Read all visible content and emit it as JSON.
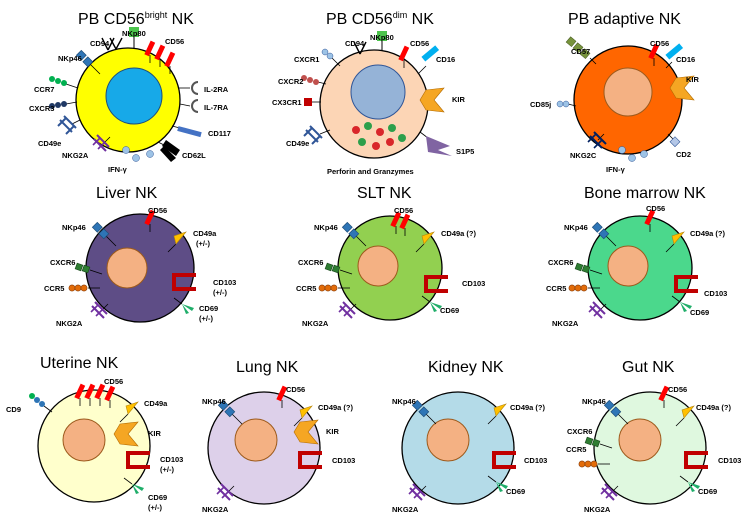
{
  "panels": {
    "pb_bright": {
      "title_main": "PB CD56",
      "title_sup": "bright",
      "title_end": " NK",
      "cell_color": "#ffff00",
      "nucleus_color": "#17a9e8",
      "labels": {
        "nkp46": "NKp46",
        "cd94": "CD94",
        "nkp80": "NKp80",
        "cd56": "CD56",
        "ccr7": "CCR7",
        "cxcr3": "CXCR3",
        "il2ra": "IL-2RA",
        "il7ra": "IL-7RA",
        "cd117": "CD117",
        "cd49e": "CD49e",
        "cd62l": "CD62L",
        "nkg2a": "NKG2A",
        "ifng": "IFN-γ"
      }
    },
    "pb_dim": {
      "title_main": "PB CD56",
      "title_sup": "dim",
      "title_end": " NK",
      "cell_color": "#fcd5b5",
      "nucleus_color": "#95b3d7",
      "labels": {
        "cxcr1": "CXCR1",
        "cd94": "CD94",
        "nkp80": "NKp80",
        "cd56": "CD56",
        "cd16": "CD16",
        "cxcr2": "CXCR2",
        "cx3cr1": "CX3CR1",
        "kir": "KIR",
        "cd49e": "CD49e",
        "s1p5": "S1P5",
        "perforin": "Perforin and Granzymes"
      }
    },
    "pb_adaptive": {
      "title": "PB adaptive NK",
      "cell_color": "#ff6600",
      "nucleus_color": "#f4b183",
      "labels": {
        "cd57": "CD57",
        "cd56": "CD56",
        "cd16": "CD16",
        "kir": "KIR",
        "cd85j": "CD85j",
        "nkg2c": "NKG2C",
        "cd2": "CD2",
        "ifng": "IFN-γ"
      }
    },
    "liver": {
      "title": "Liver NK",
      "cell_color": "#5e4d86",
      "nucleus_color": "#f4b183",
      "labels": {
        "nkp46": "NKp46",
        "cd56": "CD56",
        "cd49a": "CD49a",
        "cd49a_q": "(+/-)",
        "cxcr6": "CXCR6",
        "ccr5": "CCR5",
        "cd103": "CD103",
        "cd103_q": "(+/-)",
        "cd69": "CD69",
        "cd69_q": "(+/-)",
        "nkg2a": "NKG2A"
      }
    },
    "slt": {
      "title": "SLT NK",
      "cell_color": "#92d050",
      "nucleus_color": "#f4b183",
      "labels": {
        "nkp46": "NKp46",
        "cd56": "CD56",
        "cd49a": "CD49a (?)",
        "cxcr6": "CXCR6",
        "ccr5": "CCR5",
        "cd103": "CD103",
        "cd69": "CD69",
        "nkg2a": "NKG2A"
      }
    },
    "bone_marrow": {
      "title": "Bone marrow NK",
      "cell_color": "#4bd88c",
      "nucleus_color": "#f4b183",
      "labels": {
        "nkp46": "NKp46",
        "cd56": "CD56",
        "cd49a": "CD49a (?)",
        "cxcr6": "CXCR6",
        "ccr5": "CCR5",
        "cd103": "CD103",
        "cd69": "CD69",
        "nkg2a": "NKG2A"
      }
    },
    "uterine": {
      "title": "Uterine NK",
      "cell_color": "#ffffcc",
      "nucleus_color": "#f4b183",
      "labels": {
        "cd9": "CD9",
        "cd56": "CD56",
        "cd49a": "CD49a",
        "kir": "KIR",
        "cd103": "CD103",
        "cd103_q": "(+/-)",
        "cd69": "CD69",
        "cd69_q": "(+/-)"
      }
    },
    "lung": {
      "title": "Lung NK",
      "cell_color": "#ddd0ea",
      "nucleus_color": "#f4b183",
      "labels": {
        "nkp46": "NKp46",
        "cd56": "CD56",
        "cd49a": "CD49a (?)",
        "kir": "KIR",
        "cd103": "CD103",
        "nkg2a": "NKG2A"
      }
    },
    "kidney": {
      "title": "Kidney NK",
      "cell_color": "#b4dbe8",
      "nucleus_color": "#f4b183",
      "labels": {
        "nkp46": "NKp46",
        "cd49a": "CD49a (?)",
        "cd103": "CD103",
        "cd69": "CD69",
        "nkg2a": "NKG2A"
      }
    },
    "gut": {
      "title": "Gut NK",
      "cell_color": "#dff8df",
      "nucleus_color": "#f4b183",
      "labels": {
        "nkp46": "NKp46",
        "cd56": "CD56",
        "cd49a": "CD49a (?)",
        "cxcr6": "CXCR6",
        "ccr5": "CCR5",
        "cd103": "CD103",
        "cd69": "CD69",
        "nkg2a": "NKG2A"
      }
    }
  },
  "colors": {
    "nkp46": "#2e75b6",
    "cd56": "#ff0000",
    "cd49a": "#ffc000",
    "cxcr6": "#2e7d32",
    "ccr5": "#e36c09",
    "cd103": "#c00000",
    "cd69": "#1fae6a",
    "nkg2a": "#7030a0",
    "kir": "#f5a623",
    "cd16": "#00b0f0",
    "cd57": "#77933c",
    "nkg2c": "#002060",
    "nkp80": "#4cc44c",
    "ccr7": "#00b050",
    "cxcr3": "#1f3864",
    "cd117": "#4472c4",
    "cxcr1": "#9dc3e6",
    "cxcr2": "#c0504d",
    "cx3cr1": "#c00000",
    "s1p5": "#8064a2",
    "cd9": "#2e75b6",
    "cd2": "#b4c7e7",
    "cd49e": "#2f5597",
    "ifng": "#9dc3e6",
    "gr_red": "#d9262a",
    "gr_green": "#2d9f4b",
    "il_receptor": "#808080",
    "cd62l": "#000000",
    "cd94": "#000000"
  }
}
